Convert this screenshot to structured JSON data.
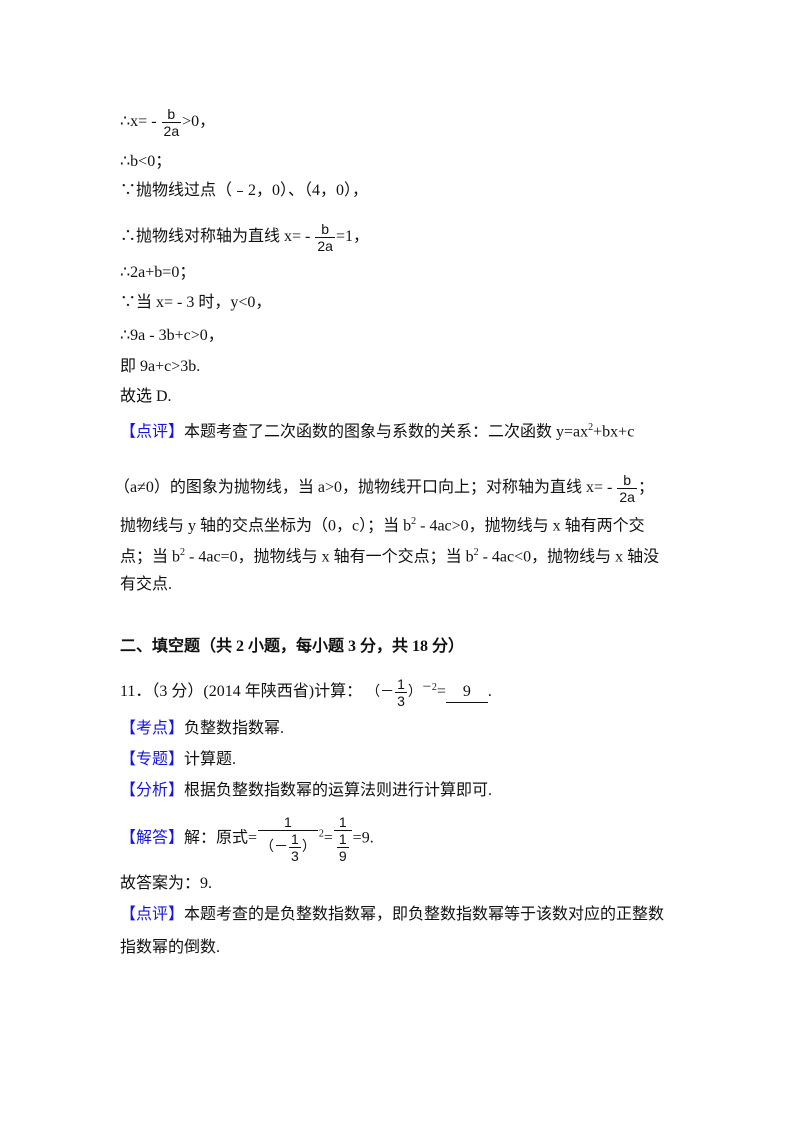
{
  "lines": {
    "l1_pre": "∴x= - ",
    "l1_num": "b",
    "l1_den": "2a",
    "l1_post": ">0，",
    "l2": "∴b<0；",
    "l3": "∵抛物线过点（﹣2，0）、（4，0），",
    "l4_pre": "∴抛物线对称轴为直线 x= - ",
    "l4_num": "b",
    "l4_den": "2a",
    "l4_post": "=1，",
    "l5": "∴2a+b=0；",
    "l6": "∵当 x= - 3 时，y<0，",
    "l7": "∴9a - 3b+c>0，",
    "l8": "即 9a+c>3b.",
    "l9": "故选 D."
  },
  "comment1": {
    "label": "【点评】",
    "text_a": "本题考查了二次函数的图象与系数的关系：二次函数 y=ax",
    "sup_a": "2",
    "text_b": "+bx+c",
    "line2_pre": "（a≠0）的图象为抛物线，当 a>0，抛物线开口向上；对称轴为直线 x= - ",
    "line2_num": "b",
    "line2_den": "2a",
    "line2_post": "；",
    "line3_a": "抛物线与 y 轴的交点坐标为（0，c）；当 b",
    "line3_sup": "2",
    "line3_b": " - 4ac>0，抛物线与 x 轴有两个交",
    "line4_a": "点；当 b",
    "line4_sup1": "2",
    "line4_b": " - 4ac=0，抛物线与 x 轴有一个交点；当 b",
    "line4_sup2": "2",
    "line4_c": " - 4ac<0，抛物线与 x 轴没",
    "line5": "有交点."
  },
  "section": {
    "title": "二、填空题（共 2 小题，每小题 3 分，共 18 分）"
  },
  "q11": {
    "pre": "11．（3 分）(2014 年陕西省)计算：",
    "paren_open": "（－",
    "frac_num": "1",
    "frac_den": "3",
    "paren_close": "）",
    "exp": "－2",
    "eq": "=",
    "answer": "9",
    "post": "."
  },
  "kaodian": {
    "label": "【考点】",
    "text": "负整数指数幂."
  },
  "zhuanti": {
    "label": "【专题】",
    "text": "计算题."
  },
  "fenxi": {
    "label": "【分析】",
    "text": "根据负整数指数幂的运算法则进行计算即可."
  },
  "jieda": {
    "label": "【解答】",
    "pre": "解：原式=",
    "f1_num": "1",
    "f1_den_open": "（－",
    "f1_inner_num": "1",
    "f1_inner_den": "3",
    "f1_den_close": "）",
    "f1_exp": "2",
    "eq": "=",
    "f2_num": "1",
    "f2_inner_num": "1",
    "f2_inner_den": "9",
    "post": "=9."
  },
  "answer_line": "故答案为：9.",
  "comment2": {
    "label": "【点评】",
    "text1": "本题考查的是负整数指数幂，即负整数指数幂等于该数对应的正整数",
    "text2": "指数幂的倒数."
  },
  "colors": {
    "label": "#1515e0",
    "text": "#111111"
  }
}
